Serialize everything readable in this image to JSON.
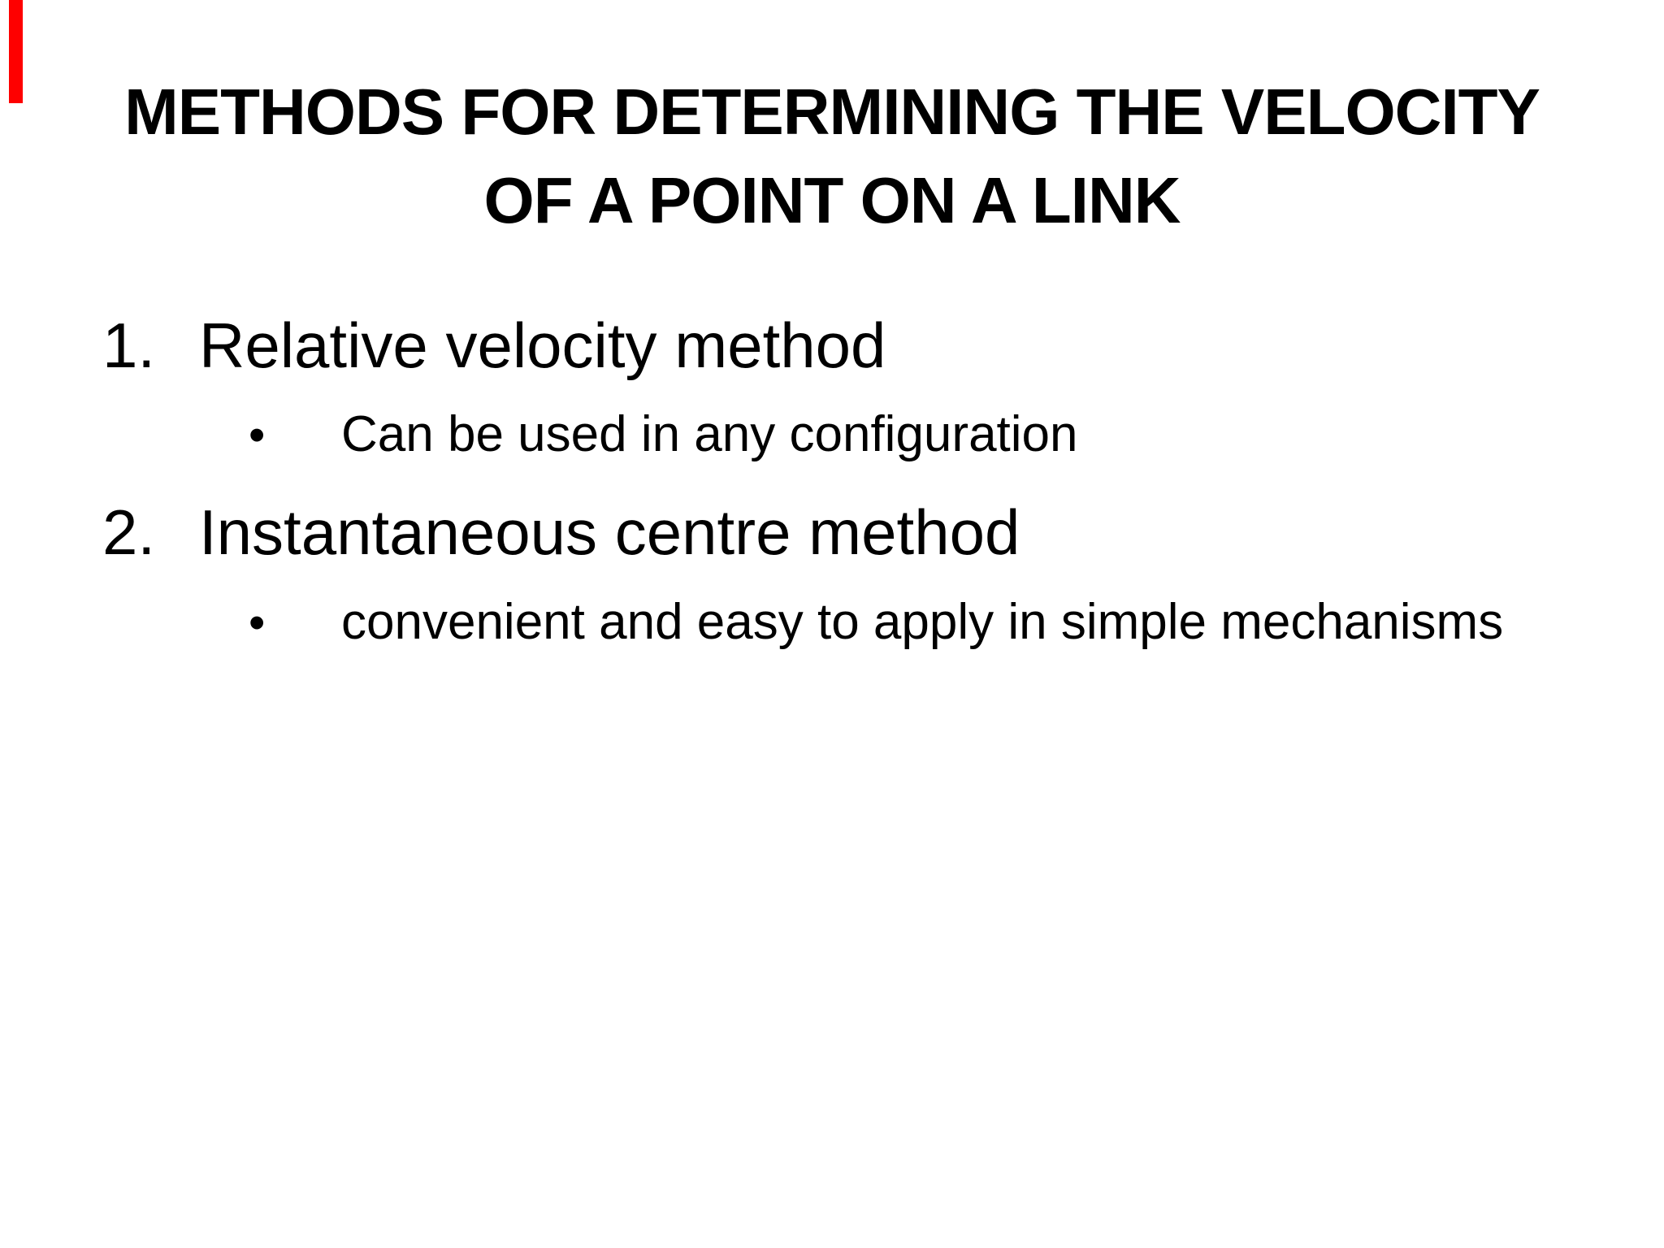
{
  "slide": {
    "title": {
      "line1": "METHODS FOR DETERMINING THE VELOCITY",
      "line2": "OF A POINT ON A LINK"
    },
    "items": [
      {
        "number": "1.",
        "text": "Relative velocity method",
        "sub_bullet": "•",
        "sub_text": "Can be used in any configuration"
      },
      {
        "number": "2.",
        "text": "Instantaneous centre method",
        "sub_bullet": "•",
        "sub_text": "convenient and easy to apply in simple mechanisms"
      }
    ],
    "colors": {
      "background": "#ffffff",
      "text": "#000000",
      "stripe_marker": "#fe0000"
    }
  }
}
